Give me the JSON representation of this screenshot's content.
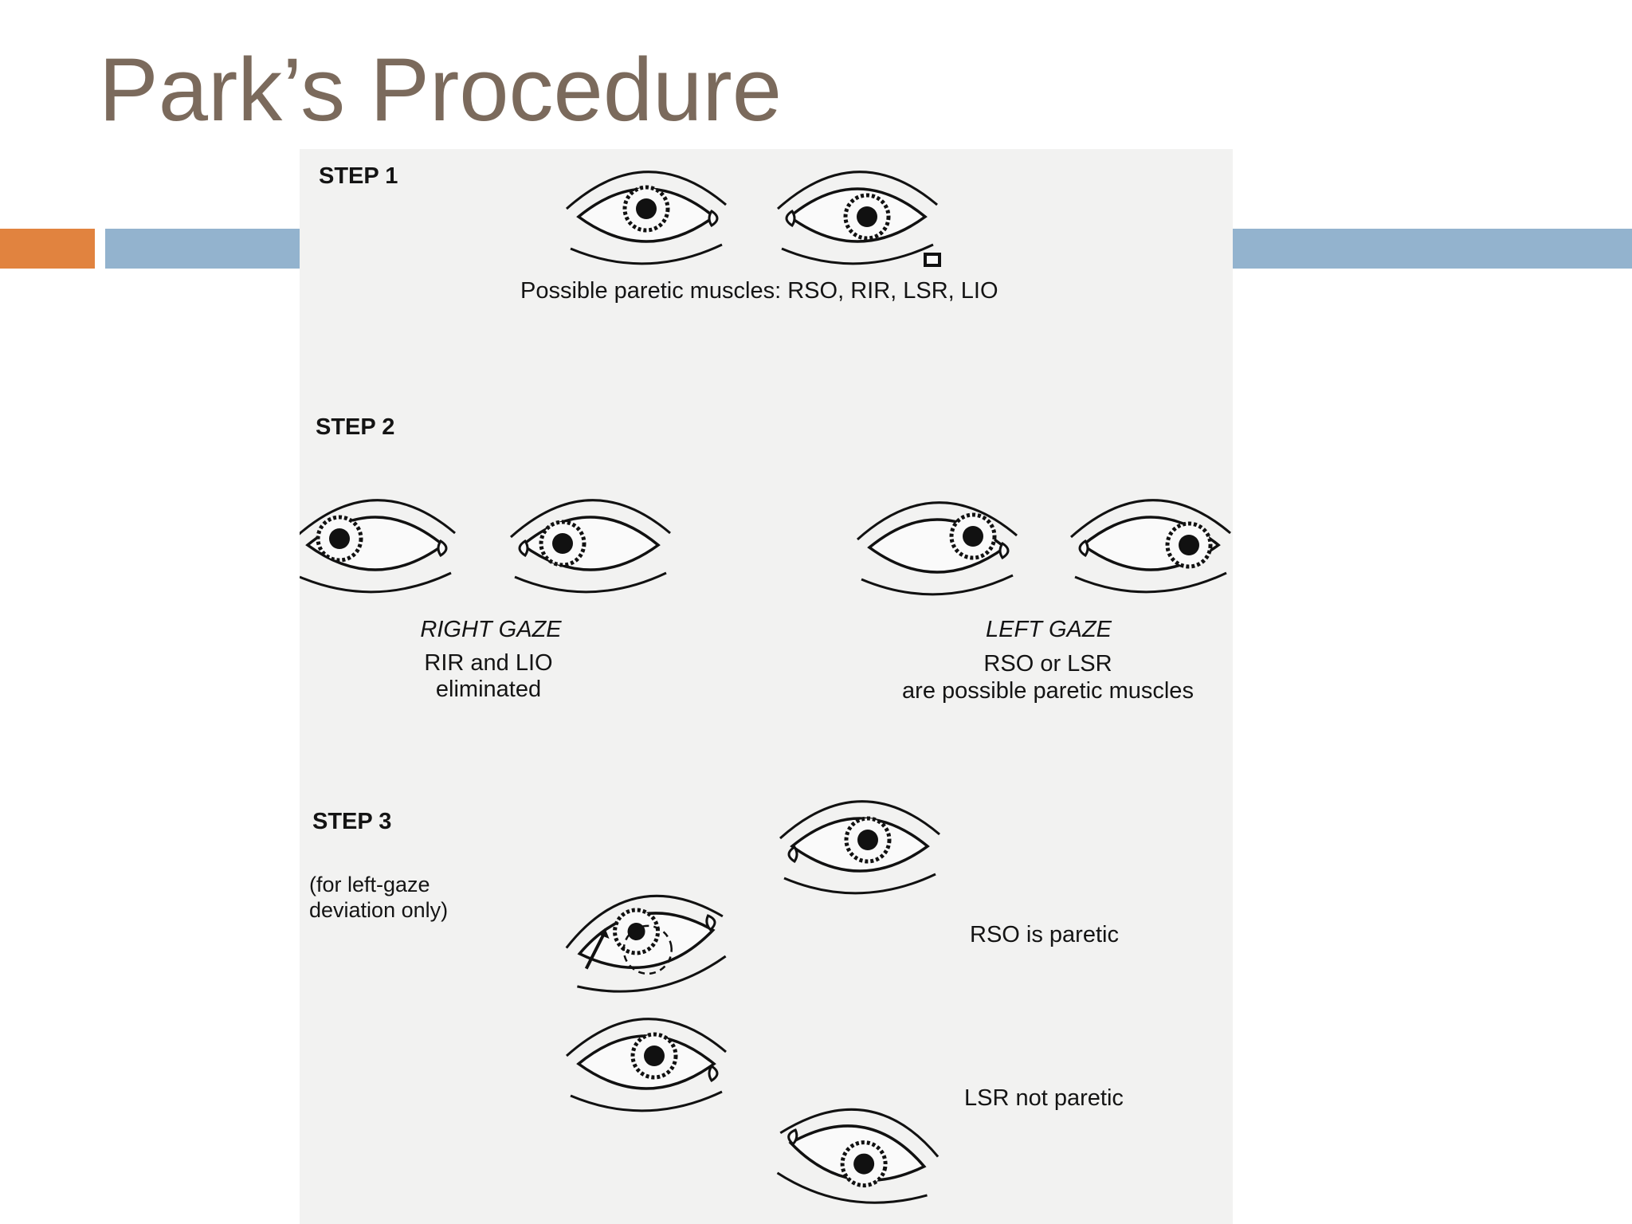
{
  "slide": {
    "title": "Park’s Procedure"
  },
  "figure": {
    "step1": {
      "label": "STEP 1",
      "caption": "Possible paretic muscles: RSO, RIR, LSR, LIO"
    },
    "step2": {
      "label": "STEP 2",
      "right_gaze": {
        "heading": "RIGHT GAZE",
        "line1": "RIR and LIO",
        "line2": "eliminated"
      },
      "left_gaze": {
        "heading": "LEFT GAZE",
        "line1": "RSO or LSR",
        "line2": "are possible paretic muscles"
      }
    },
    "step3": {
      "label": "STEP 3",
      "note_line1": "(for left-gaze",
      "note_line2": "deviation only)",
      "result_rso": "RSO is paretic",
      "result_lsr": "LSR not paretic"
    }
  },
  "colors": {
    "title": "#7b6a5c",
    "accent_orange": "#e1833f",
    "accent_blue": "#93b3ce",
    "figure_background": "#f2f2f1",
    "ink": "#141414"
  }
}
